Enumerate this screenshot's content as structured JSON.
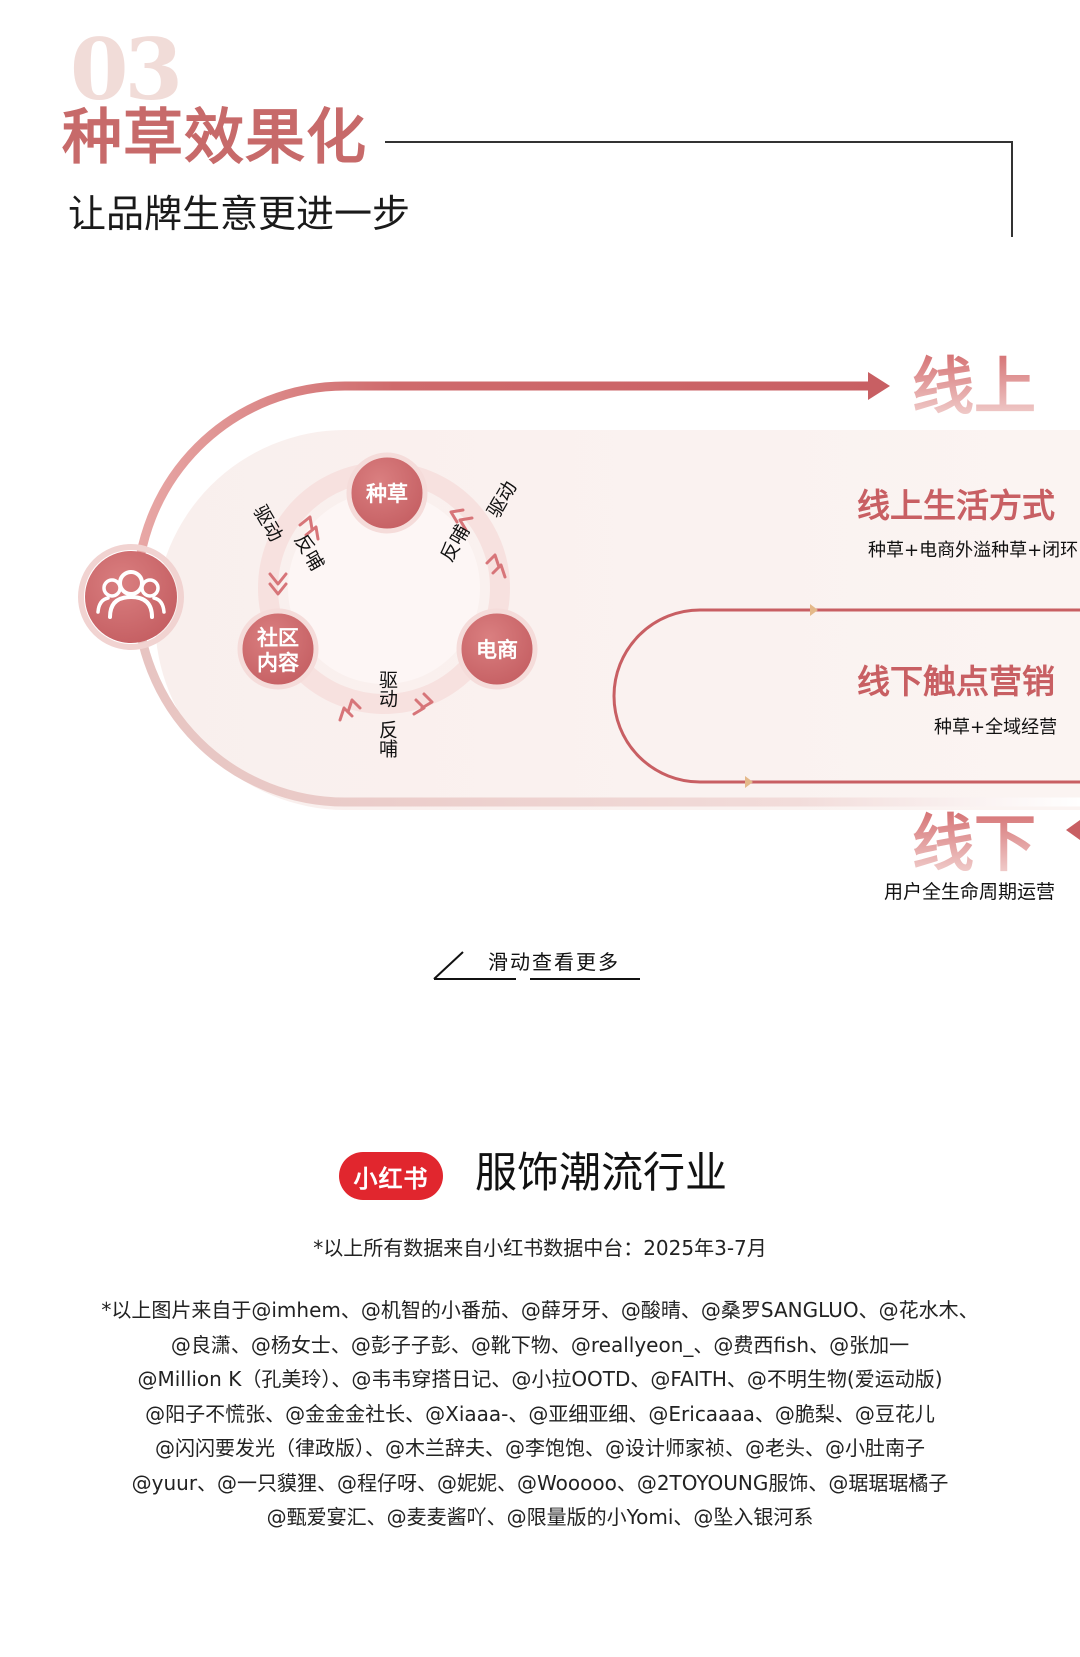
{
  "section": {
    "number": "03",
    "title": "种草效果化",
    "subtitle": "让品牌生意更进一步"
  },
  "diagram": {
    "cycle_nodes": [
      "种草",
      "电商",
      "社区内容"
    ],
    "cycle_node_community_line1": "社区",
    "cycle_node_community_line2": "内容",
    "loop_labels": {
      "drive": "驱动",
      "feedback": "反哺"
    },
    "online": {
      "heading": "线上",
      "item_title": "线上生活方式",
      "item_desc": "种草+电商外溢种草+闭环"
    },
    "offline": {
      "heading": "线下",
      "item_title": "线下触点营销",
      "item_desc": "种草+全域经营",
      "caption": "用户全生命周期运营"
    },
    "icon": "users-icon"
  },
  "scroll_hint": "滑动查看更多",
  "footer": {
    "brand_logo": "小红书",
    "industry": "服饰潮流行业",
    "source_note": "*以上所有数据来自小红书数据中台：2025年3-7月",
    "credits": [
      "*以上图片来自于@imhem、@机智的小番茄、@薛牙牙、@酸晴、@桑罗SANGLUO、@花水木、",
      "@良潇、@杨女士、@彭子子彭、@靴下物、@reallyeon_、@费西fish、@张加一",
      "@Million K（孔美玲）、@韦韦穿搭日记、@小拉OOTD、@FAITH、@不明生物(爱运动版)",
      "@阳子不慌张、@金金金社长、@Xiaaa-、@亚细亚细、@Ericaaaa、@脆梨、@豆花儿",
      "@闪闪要发光（律政版）、@木兰辞夫、@李饱饱、@设计师家祯、@老头、@小肚南子",
      "@yuur、@一只貘狸、@程仔呀、@妮妮、@Wooooo、@2TOYOUNG服饰、@琚琚琚橘子",
      "@甄爱宴汇、@麦麦酱吖、@限量版的小Yomi、@坠入银河系"
    ]
  },
  "colors": {
    "accent": "#c85f63",
    "accent_light": "#f7e6e3",
    "panel_bg": "#fbf3f0"
  }
}
